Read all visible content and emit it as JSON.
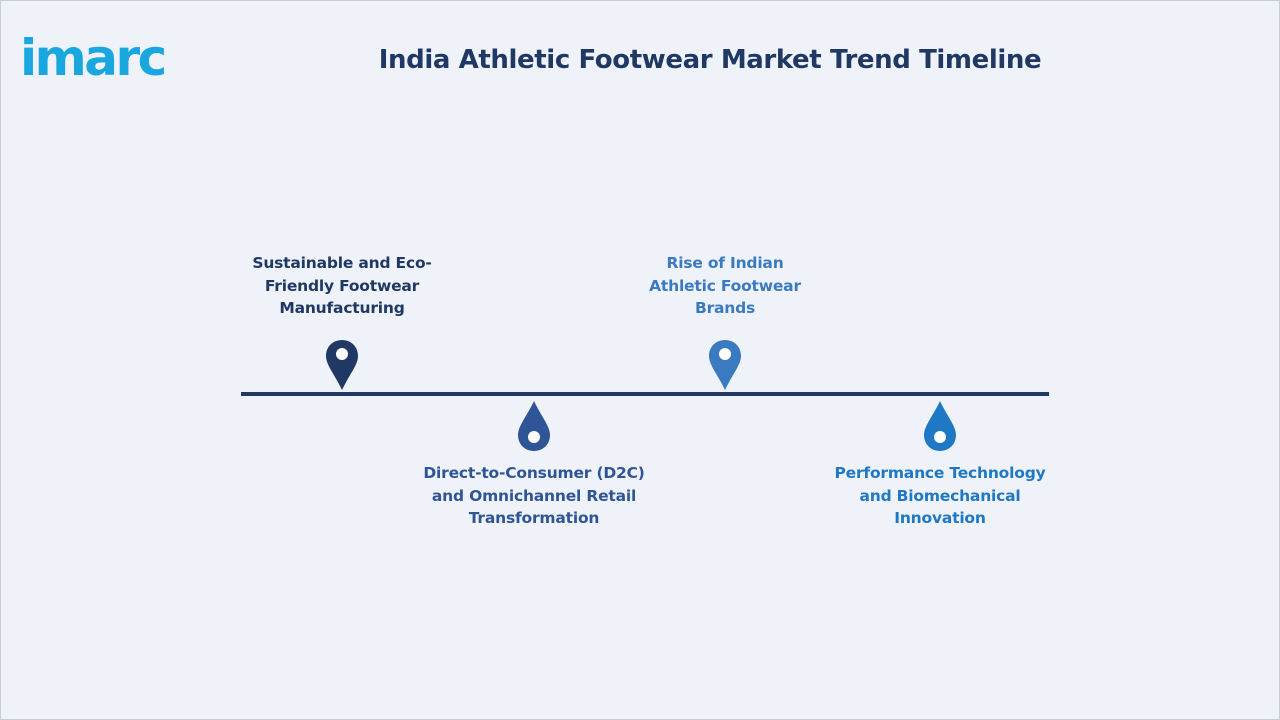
{
  "brand": {
    "logo_text": "imarc",
    "color": "#1aa7e0"
  },
  "header": {
    "title": "India Athletic Footwear Market Trend Timeline",
    "title_color": "#1f3864"
  },
  "timeline": {
    "line_color": "#1f3864",
    "milestones": [
      {
        "label": "Sustainable and Eco-\nFriendly Footwear\nManufacturing",
        "side": "above",
        "color": "#1f3864",
        "icon": "map-pin-icon"
      },
      {
        "label": "Direct-to-Consumer (D2C)\nand Omnichannel Retail\nTransformation",
        "side": "below",
        "color": "#2e5696",
        "icon": "map-pin-icon"
      },
      {
        "label": "Rise of Indian\nAthletic Footwear\nBrands",
        "side": "above",
        "color": "#3a7ac0",
        "icon": "map-pin-icon"
      },
      {
        "label": "Performance Technology\nand Biomechanical\nInnovation",
        "side": "below",
        "color": "#1f78c4",
        "icon": "map-pin-icon"
      }
    ]
  }
}
